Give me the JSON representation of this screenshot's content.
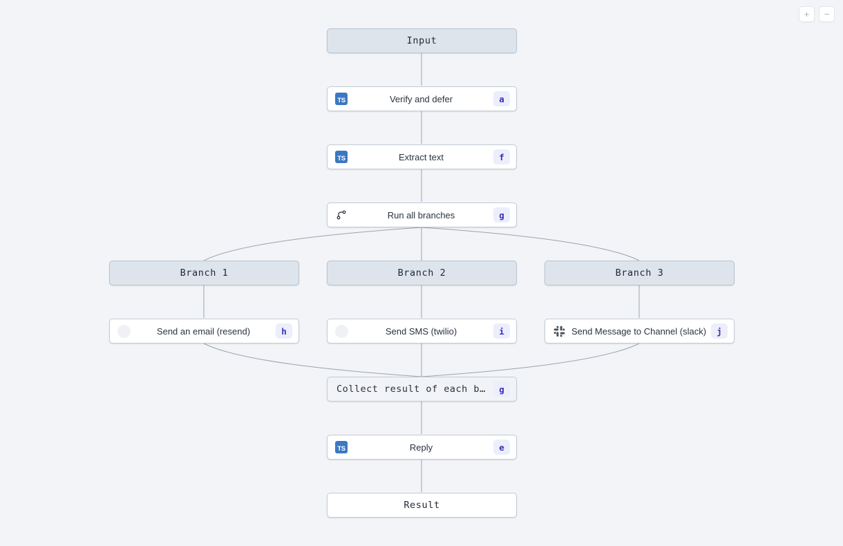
{
  "canvas": {
    "background_color": "#f2f4f7",
    "accent_badge_bg": "#eceefc",
    "accent_badge_fg": "#3b2fb8",
    "shaded_node_bg": "#dde4ec",
    "ts_icon_color": "#3b78c3"
  },
  "zoom_controls": {
    "zoom_in_label": "+",
    "zoom_out_label": "−"
  },
  "nodes": {
    "input": {
      "title": "Input",
      "icon": "none",
      "badge": ""
    },
    "verify": {
      "title": "Verify and defer",
      "icon": "typescript-icon",
      "icon_label": "TS",
      "badge": "a"
    },
    "extract": {
      "title": "Extract text",
      "icon": "typescript-icon",
      "icon_label": "TS",
      "badge": "f"
    },
    "run_all": {
      "title": "Run all branches",
      "icon": "git-branch-icon",
      "badge": "g"
    },
    "branch1": {
      "title": "Branch 1",
      "icon": "none",
      "badge": ""
    },
    "branch2": {
      "title": "Branch 2",
      "icon": "none",
      "badge": ""
    },
    "branch3": {
      "title": "Branch 3",
      "icon": "none",
      "badge": ""
    },
    "email": {
      "title": "Send an email (resend)",
      "icon": "resend-logo-icon",
      "badge": "h"
    },
    "sms": {
      "title": "Send SMS (twilio)",
      "icon": "twilio-logo-icon",
      "badge": "i"
    },
    "slack": {
      "title": "Send Message to Channel (slack)",
      "icon": "slack-logo-icon",
      "badge": "j"
    },
    "collect": {
      "title": "Collect result of each branch",
      "icon": "none",
      "badge": "g"
    },
    "reply": {
      "title": "Reply",
      "icon": "typescript-icon",
      "icon_label": "TS",
      "badge": "e"
    },
    "result": {
      "title": "Result",
      "icon": "none",
      "badge": ""
    }
  }
}
